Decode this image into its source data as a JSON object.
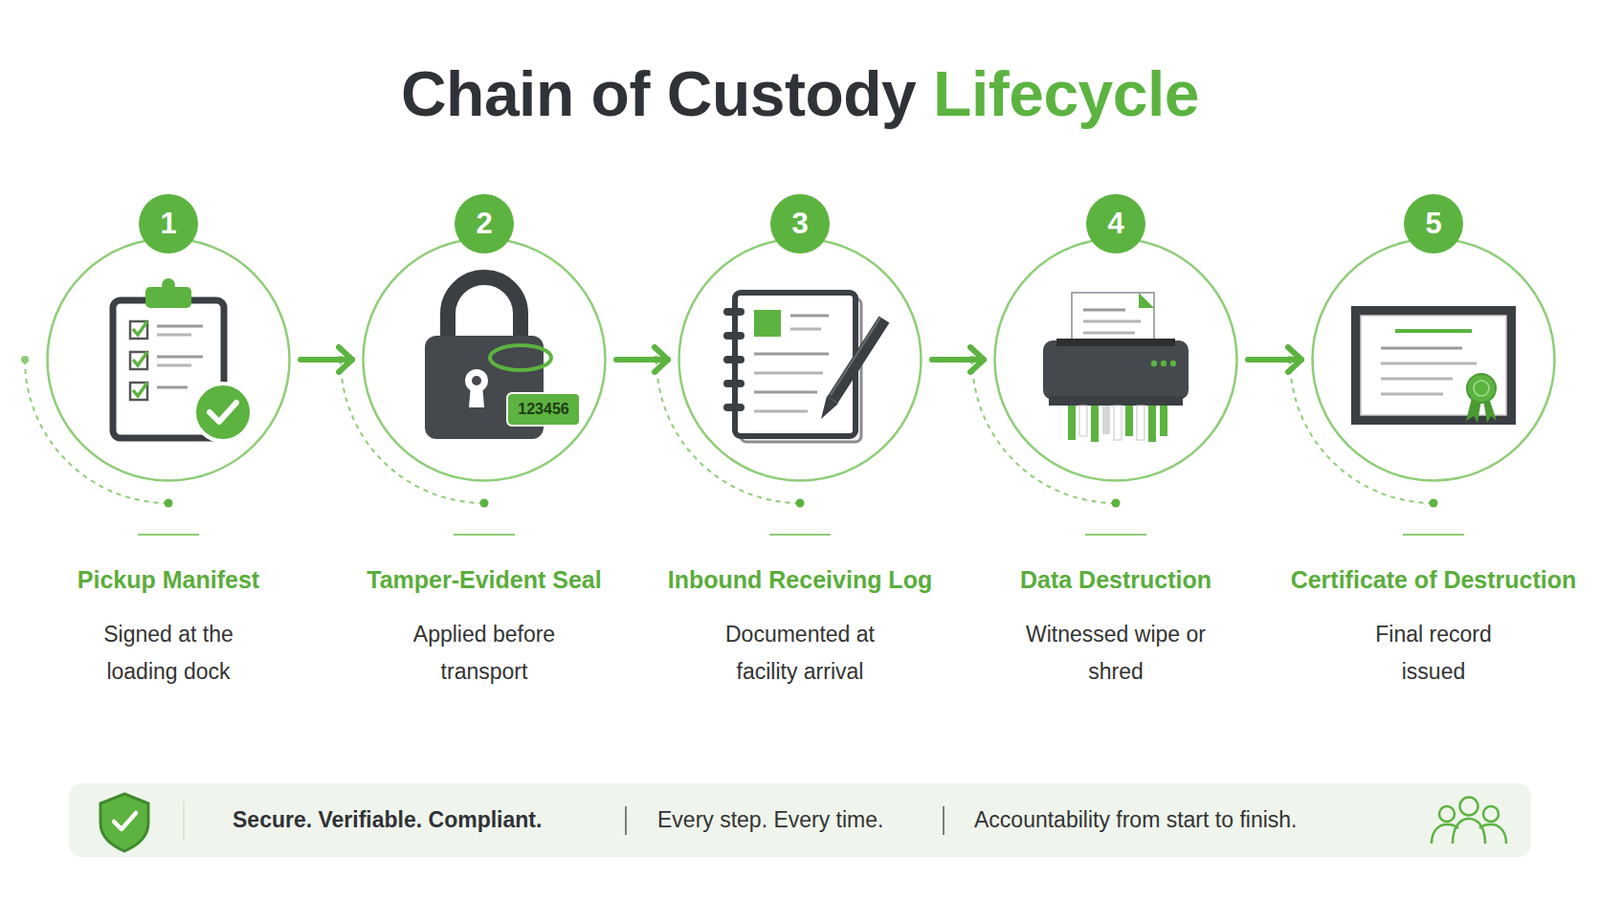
{
  "diagram": {
    "title": "Chain of Custody Lifecycle",
    "nodes": [
      {
        "text": [
          "Pickup Manifest",
          "Signed at the loading dock"
        ]
      },
      {
        "text": [
          "1"
        ],
        "in": 0
      },
      {
        "text": [
          "Tamper-Evident Seal",
          "Applied before transport"
        ]
      },
      {
        "text": [
          "2"
        ],
        "in": 2
      },
      {
        "text": [
          "Inbound Receiving Log",
          "Documented at facility arrival"
        ]
      },
      {
        "text": [
          "3"
        ],
        "in": 4
      },
      {
        "text": [
          "Data Destruction",
          "Witnessed wipe or shred"
        ]
      },
      {
        "text": [
          "4"
        ],
        "in": 6
      },
      {
        "text": [
          "Certificate of Destruction",
          "Final record issued"
        ]
      },
      {
        "text": [
          "5"
        ],
        "in": 8
      },
      {
        "text": [
          "Secure. Verifiable. Compliant.",
          "Every step. Every time.",
          "Accountability from start to finish."
        ]
      }
    ],
    "edges": [
      {
        "from": 0,
        "to": 2,
        "arrow": "to"
      },
      {
        "from": 2,
        "to": 4,
        "arrow": "to"
      },
      {
        "from": 4,
        "to": 6,
        "arrow": "to"
      },
      {
        "from": 6,
        "to": 8,
        "arrow": "to"
      }
    ],
    "labels": [
      "123456"
    ]
  }
}
